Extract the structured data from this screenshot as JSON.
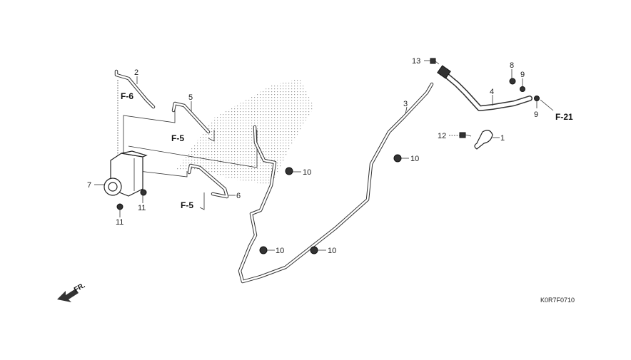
{
  "diagram": {
    "callouts": {
      "p1": "1",
      "p2": "2",
      "p3": "3",
      "p4": "4",
      "p5": "5",
      "p6": "6",
      "p7": "7",
      "p8": "8",
      "p9a": "9",
      "p9b": "9",
      "p10a": "10",
      "p10b": "10",
      "p10c": "10",
      "p10d": "10",
      "p11a": "11",
      "p11b": "11",
      "p12": "12",
      "p13": "13"
    },
    "references": {
      "f6": "F-6",
      "f5a": "F-5",
      "f5b": "F-5",
      "f21": "F-21"
    },
    "front_arrow_label": "FR.",
    "diagram_code": "K0R7F0710"
  }
}
